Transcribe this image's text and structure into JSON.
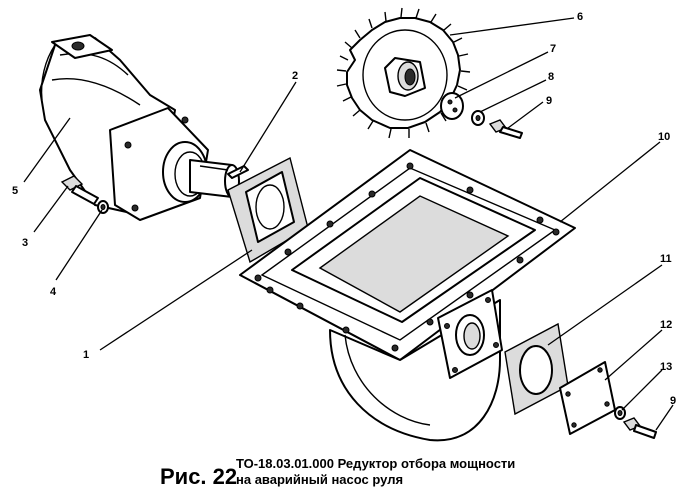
{
  "caption": {
    "figure_label": "Рис. 22",
    "line1": "ТО-18.03.01.000 Редуктор отбора мощности",
    "line2": "на аварийный насос руля"
  },
  "callouts": [
    "1",
    "2",
    "3",
    "4",
    "5",
    "6",
    "7",
    "8",
    "9",
    "10",
    "11",
    "12",
    "13",
    "9"
  ]
}
